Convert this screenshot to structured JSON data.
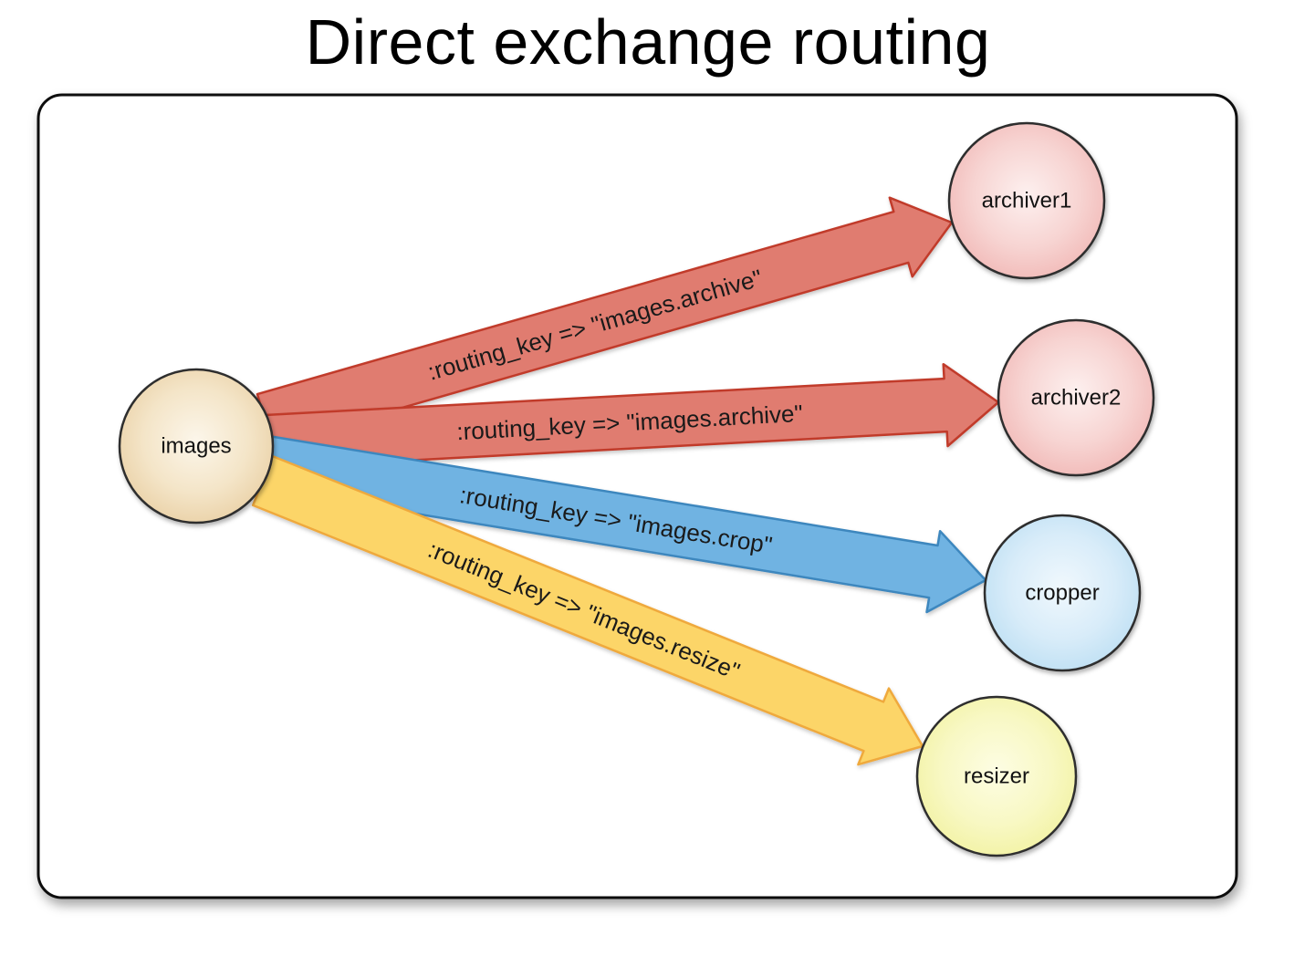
{
  "title": "Direct exchange routing",
  "diagram": {
    "exchange_node": {
      "label": "images"
    },
    "queue_nodes": [
      {
        "label": "archiver1"
      },
      {
        "label": "archiver2"
      },
      {
        "label": "cropper"
      },
      {
        "label": "resizer"
      }
    ],
    "edges": [
      {
        "from": "images",
        "to": "archiver1",
        "label": ":routing_key => \"images.archive\"",
        "fill": "#e07b70",
        "border": "#c13b2c"
      },
      {
        "from": "images",
        "to": "archiver2",
        "label": ":routing_key => \"images.archive\"",
        "fill": "#e07b70",
        "border": "#c13b2c"
      },
      {
        "from": "images",
        "to": "cropper",
        "label": ":routing_key => \"images.crop\"",
        "fill": "#6fb3e2",
        "border": "#3e87be"
      },
      {
        "from": "images",
        "to": "resizer",
        "label": ":routing_key => \"images.resize\"",
        "fill": "#fcd567",
        "border": "#efa93d"
      }
    ],
    "palette": {
      "title_color": "#000000",
      "frame_border": "#111111",
      "frame_fill": "#ffffff",
      "node_border": "#2d2d2d",
      "edge_label_color": "#1a1a1a",
      "node_label_color": "#111111",
      "exchange_center": "#fcf6ea",
      "exchange_edge": "#e8cda0",
      "archiver_center": "#fdf0ef",
      "archiver_edge": "#f0b4b2",
      "cropper_center": "#f0f8fd",
      "cropper_edge": "#b9ddf2",
      "resizer_center": "#fdfde3",
      "resizer_edge": "#f1f19d"
    }
  }
}
